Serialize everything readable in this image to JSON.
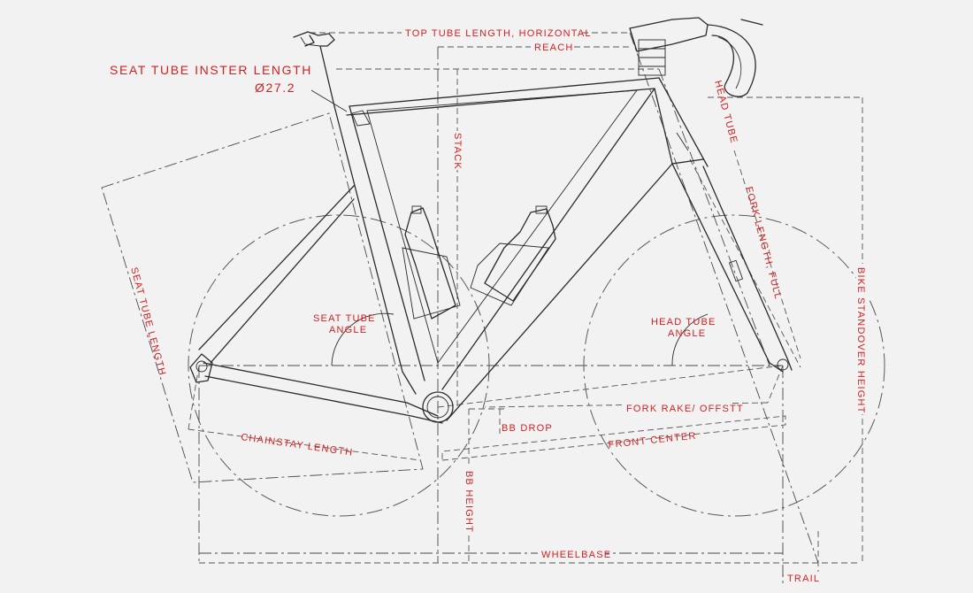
{
  "labels": {
    "seat_tube_insert_length": "SEAT TUBE INSTER LENGTH",
    "seatpost_diameter": "Ø27.2",
    "top_tube_length": "TOP TUBE LENGTH, HORIZONTAL",
    "reach": "REACH",
    "stack": "STACK",
    "head_tube": "HEAD TUBE",
    "fork_length": "FORK LENGTH, FULL",
    "bike_standover_height": "BIKE STANDOVER HEIGHT",
    "seat_tube_length": "SEAT TUBE LENGTH",
    "seat_tube_angle_1": "SEAT TUBE",
    "seat_tube_angle_2": "ANGLE",
    "head_tube_angle_1": "HEAD TUBE",
    "head_tube_angle_2": "ANGLE",
    "fork_rake": "FORK RAKE/ OFFSTT",
    "bb_drop": "BB DROP",
    "front_center": "FRONT CENTER",
    "chainstay_length": "CHAINSTAY LENGTH",
    "bb_height": "BB HEIGHT",
    "wheelbase": "WHEELBASE",
    "trail": "TRAIL"
  },
  "colors": {
    "background": "#f2f2f2",
    "line": "#2b2b2b",
    "label": "#d42020"
  }
}
